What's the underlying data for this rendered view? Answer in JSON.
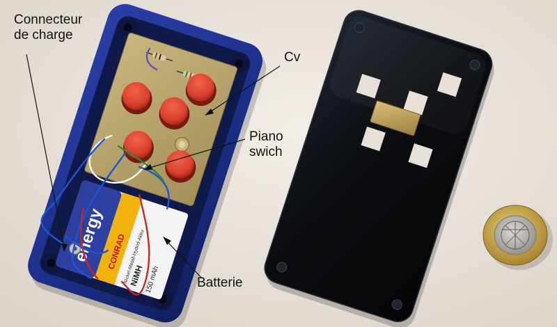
{
  "annotations": {
    "charging_connector": {
      "line1": "Connecteur",
      "line2": "de charge"
    },
    "cv": {
      "text": "Cv"
    },
    "piano_switch": {
      "line1": "Piano",
      "line2": "swich"
    },
    "battery": {
      "text": "Batterie"
    }
  },
  "battery_print": {
    "brand": "energy",
    "maker": "CONRAD",
    "type": "NiMH",
    "capacity": "150 mAh",
    "tech": "Nickel-Metall-Hydrid-Akku"
  },
  "colors": {
    "background": "#ece6de",
    "enclosure_blue": "#1b2f88",
    "pcb": "#b8a46c",
    "button_red": "#d9402c",
    "lid_black": "#0b0d10",
    "coin_gold": "#c8a64a",
    "coin_silver": "#b9b7b0"
  }
}
